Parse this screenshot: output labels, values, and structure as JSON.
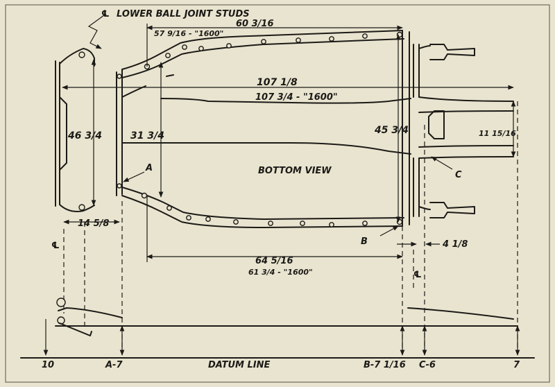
{
  "labels": {
    "lower_ball_joint_studs": "LOWER BALL JOINT STUDS",
    "cl_symbol": "℄",
    "bottom_view": "BOTTOM VIEW",
    "datum_line": "DATUM LINE",
    "point_a": "A",
    "point_b": "B",
    "point_c": "C"
  },
  "dimensions": {
    "top_width": "60 3/16",
    "top_width_1600": "57 9/16 - \"1600\"",
    "overall_length": "107 1/8",
    "overall_length_1600": "107 3/4 - \"1600\"",
    "front_width": "46 3/4",
    "inner_width": "31 3/4",
    "rear_width": "45 3/4",
    "rear_spacing": "11 15/16",
    "front_offset": "14 5/8",
    "bottom_width": "64 5/16",
    "bottom_width_1600": "61 3/4 - \"1600\"",
    "c_offset": "4 1/8"
  },
  "datum_marks": {
    "m10": "10",
    "ma7": "A-7",
    "mb": "B-7 1/16",
    "mc": "C-6",
    "m7": "7"
  }
}
